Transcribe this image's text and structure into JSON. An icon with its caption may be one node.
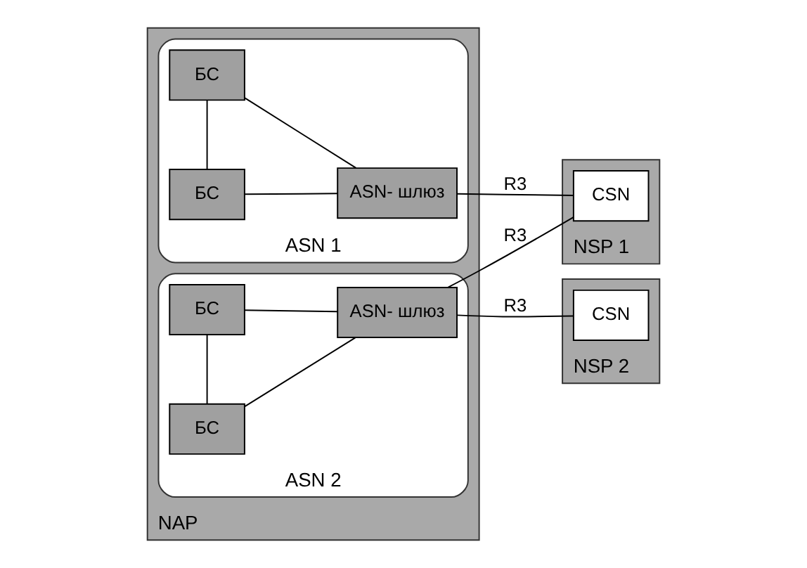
{
  "diagram": {
    "nodes": [
      {
        "text": [
          "NAP"
        ]
      },
      {
        "text": [
          "ASN 1"
        ],
        "in": 0
      },
      {
        "text": [
          "БС"
        ],
        "in": 1
      },
      {
        "text": [
          "БС"
        ],
        "in": 1
      },
      {
        "text": [
          "ASN- шлюз"
        ],
        "in": 1
      },
      {
        "text": [
          "ASN 2"
        ],
        "in": 0
      },
      {
        "text": [
          "БС"
        ],
        "in": 5
      },
      {
        "text": [
          "БС"
        ],
        "in": 5
      },
      {
        "text": [
          "ASN- шлюз"
        ],
        "in": 5
      },
      {
        "text": [
          "NSP 1"
        ]
      },
      {
        "text": [
          "CSN"
        ],
        "in": 9
      },
      {
        "text": [
          "NSP 2"
        ]
      },
      {
        "text": [
          "CSN"
        ],
        "in": 11
      }
    ],
    "edges": [
      {
        "from": 2,
        "to": 3,
        "arrow": "none"
      },
      {
        "from": 2,
        "to": 4,
        "arrow": "none"
      },
      {
        "from": 3,
        "to": 4,
        "arrow": "none"
      },
      {
        "from": 4,
        "to": 10,
        "arrow": "none",
        "label": "R3"
      },
      {
        "from": 6,
        "to": 7,
        "arrow": "none"
      },
      {
        "from": 6,
        "to": 8,
        "arrow": "none"
      },
      {
        "from": 7,
        "to": 8,
        "arrow": "none"
      },
      {
        "from": 8,
        "to": 10,
        "arrow": "none",
        "label": "R3"
      },
      {
        "from": 8,
        "to": 12,
        "arrow": "none",
        "label": "R3"
      }
    ]
  }
}
